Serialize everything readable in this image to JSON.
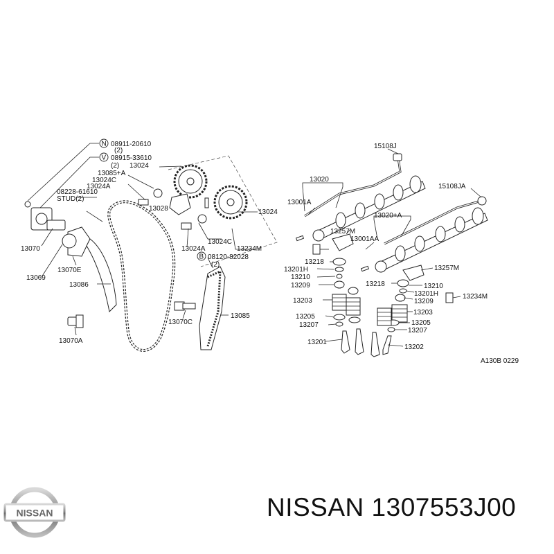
{
  "diagram": {
    "labels": [
      "08911-20610",
      "(2)",
      "08915-33610",
      "(2)",
      "13024",
      "13085+A",
      "13024C",
      "13024A",
      "08228-61610",
      "STUD(2)",
      "13028",
      "13024",
      "13024C",
      "13024A",
      "13234M",
      "08120-82028",
      "(2)",
      "13070",
      "13070E",
      "13069",
      "13086",
      "13070A",
      "13070C",
      "13085",
      "15108J",
      "13020",
      "13001A",
      "13257M",
      "13218",
      "13201H",
      "13210",
      "13209",
      "13203",
      "13205",
      "13207",
      "13201",
      "15108JA",
      "13020+A",
      "13001AA",
      "13257M",
      "13218",
      "13210",
      "13201H",
      "13209",
      "13234M",
      "13203",
      "13205",
      "13207",
      "13202",
      "A130B 0229"
    ],
    "markers": [
      "N",
      "V",
      "B"
    ]
  },
  "footer": {
    "brand": "NISSAN",
    "title": "NISSAN 1307553J00"
  },
  "icons": [
    "nissan-logo-icon"
  ]
}
